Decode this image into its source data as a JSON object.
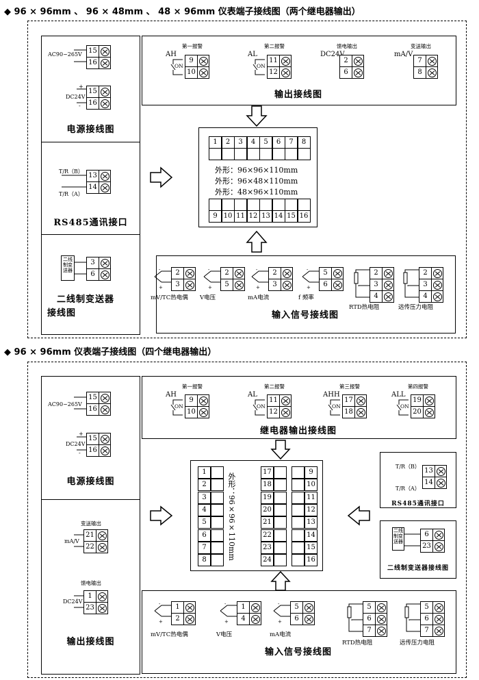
{
  "section1": {
    "title": "◆ 96 × 96mm 、 96 × 48mm 、 48 × 96mm 仪表端子接线图（两个继电器输出）",
    "power": {
      "ac_label": "AC90~265V",
      "ac_terms": [
        "15",
        "16"
      ],
      "dc_label": "DC24V",
      "dc_terms": [
        "15",
        "16"
      ],
      "caption": "电源接线图"
    },
    "rs485": {
      "b_label": "T/R（B）",
      "a_label": "T/R（A）",
      "terms": [
        "13",
        "14"
      ],
      "caption": "RS485通讯接口"
    },
    "transmitter": {
      "device_label": "二线制变送器",
      "terms": [
        "3",
        "6"
      ],
      "caption_line1": "二线制变送器",
      "caption_line2": "接线图"
    },
    "output": {
      "caption": "输出接线图",
      "groups": [
        {
          "title": "第一报警",
          "tag": "AH",
          "on": "ON",
          "terms": [
            "9",
            "10"
          ]
        },
        {
          "title": "第二报警",
          "tag": "AL",
          "on": "ON",
          "terms": [
            "11",
            "12"
          ]
        },
        {
          "title": "馈电输出",
          "tag": "DC24V",
          "on": "",
          "terms": [
            "2",
            "6"
          ]
        },
        {
          "title": "变送输出",
          "tag": "mA/V",
          "on": "",
          "terms": [
            "7",
            "8"
          ]
        }
      ]
    },
    "center": {
      "top_terms": [
        "1",
        "2",
        "3",
        "4",
        "5",
        "6",
        "7",
        "8"
      ],
      "bottom_terms": [
        "9",
        "10",
        "11",
        "12",
        "13",
        "14",
        "15",
        "16"
      ],
      "dims": [
        "外形：96×96×110mm",
        "外形：96×48×110mm",
        "外形：48×96×110mm"
      ]
    },
    "input": {
      "caption": "输入信号接线图",
      "groups": [
        {
          "label": "mV/TC热电偶",
          "terms": [
            "2",
            "3"
          ]
        },
        {
          "label": "V电压",
          "terms": [
            "2",
            "5"
          ]
        },
        {
          "label": "mA电流",
          "terms": [
            "2",
            "3"
          ]
        },
        {
          "label": "f 频率",
          "terms": [
            "5",
            "6"
          ]
        },
        {
          "label": "RTD热电阻",
          "terms": [
            "2",
            "3",
            "4"
          ]
        },
        {
          "label": "远传压力电阻",
          "terms": [
            "2",
            "3",
            "4"
          ]
        }
      ]
    }
  },
  "section2": {
    "title": "◆ 96 × 96mm 仪表端子接线图（四个继电器输出）",
    "power": {
      "ac_label": "AC90~265V",
      "ac_terms": [
        "15",
        "16"
      ],
      "dc_label": "DC24V",
      "dc_terms": [
        "15",
        "16"
      ],
      "caption": "电源接线图"
    },
    "output": {
      "transmit_title": "变送输出",
      "transmit_label": "mA/V",
      "transmit_terms": [
        "21",
        "22"
      ],
      "feed_title": "馈电输出",
      "feed_label": "DC24V",
      "feed_terms": [
        "1",
        "23"
      ],
      "caption": "输出接线图"
    },
    "relay": {
      "caption": "继电器输出接线图",
      "groups": [
        {
          "title": "第一报警",
          "tag": "AH",
          "on": "ON",
          "terms": [
            "9",
            "10"
          ]
        },
        {
          "title": "第二报警",
          "tag": "AL",
          "on": "ON",
          "terms": [
            "11",
            "12"
          ]
        },
        {
          "title": "第三报警",
          "tag": "AHH",
          "on": "ON",
          "terms": [
            "17",
            "18"
          ]
        },
        {
          "title": "第四报警",
          "tag": "ALL",
          "on": "ON",
          "terms": [
            "19",
            "20"
          ]
        }
      ]
    },
    "center": {
      "left_col": [
        "1",
        "2",
        "3",
        "4",
        "5",
        "6",
        "7",
        "8"
      ],
      "mid_col": [
        "17",
        "18",
        "19",
        "20",
        "21",
        "22",
        "23",
        "24"
      ],
      "right_col": [
        "9",
        "10",
        "11",
        "12",
        "13",
        "14",
        "15",
        "16"
      ],
      "dim": "外形：96×96×110mm"
    },
    "rs485": {
      "b_label": "T/R（B）",
      "a_label": "T/R（A）",
      "terms": [
        "13",
        "14"
      ],
      "caption": "RS485通讯接口"
    },
    "transmitter": {
      "device_label": "二线制变送器",
      "terms": [
        "6",
        "23"
      ],
      "caption": "二线制变送器接线图"
    },
    "input": {
      "caption": "输入信号接线图",
      "groups": [
        {
          "label": "mV/TC热电偶",
          "terms": [
            "1",
            "2"
          ]
        },
        {
          "label": "V电压",
          "terms": [
            "1",
            "4"
          ]
        },
        {
          "label": "mA电流",
          "terms": [
            "5",
            "6"
          ]
        },
        {
          "label": "RTD热电阻",
          "terms": [
            "5",
            "6",
            "7"
          ]
        },
        {
          "label": "远传压力电阻",
          "terms": [
            "5",
            "6",
            "7"
          ]
        }
      ]
    }
  }
}
